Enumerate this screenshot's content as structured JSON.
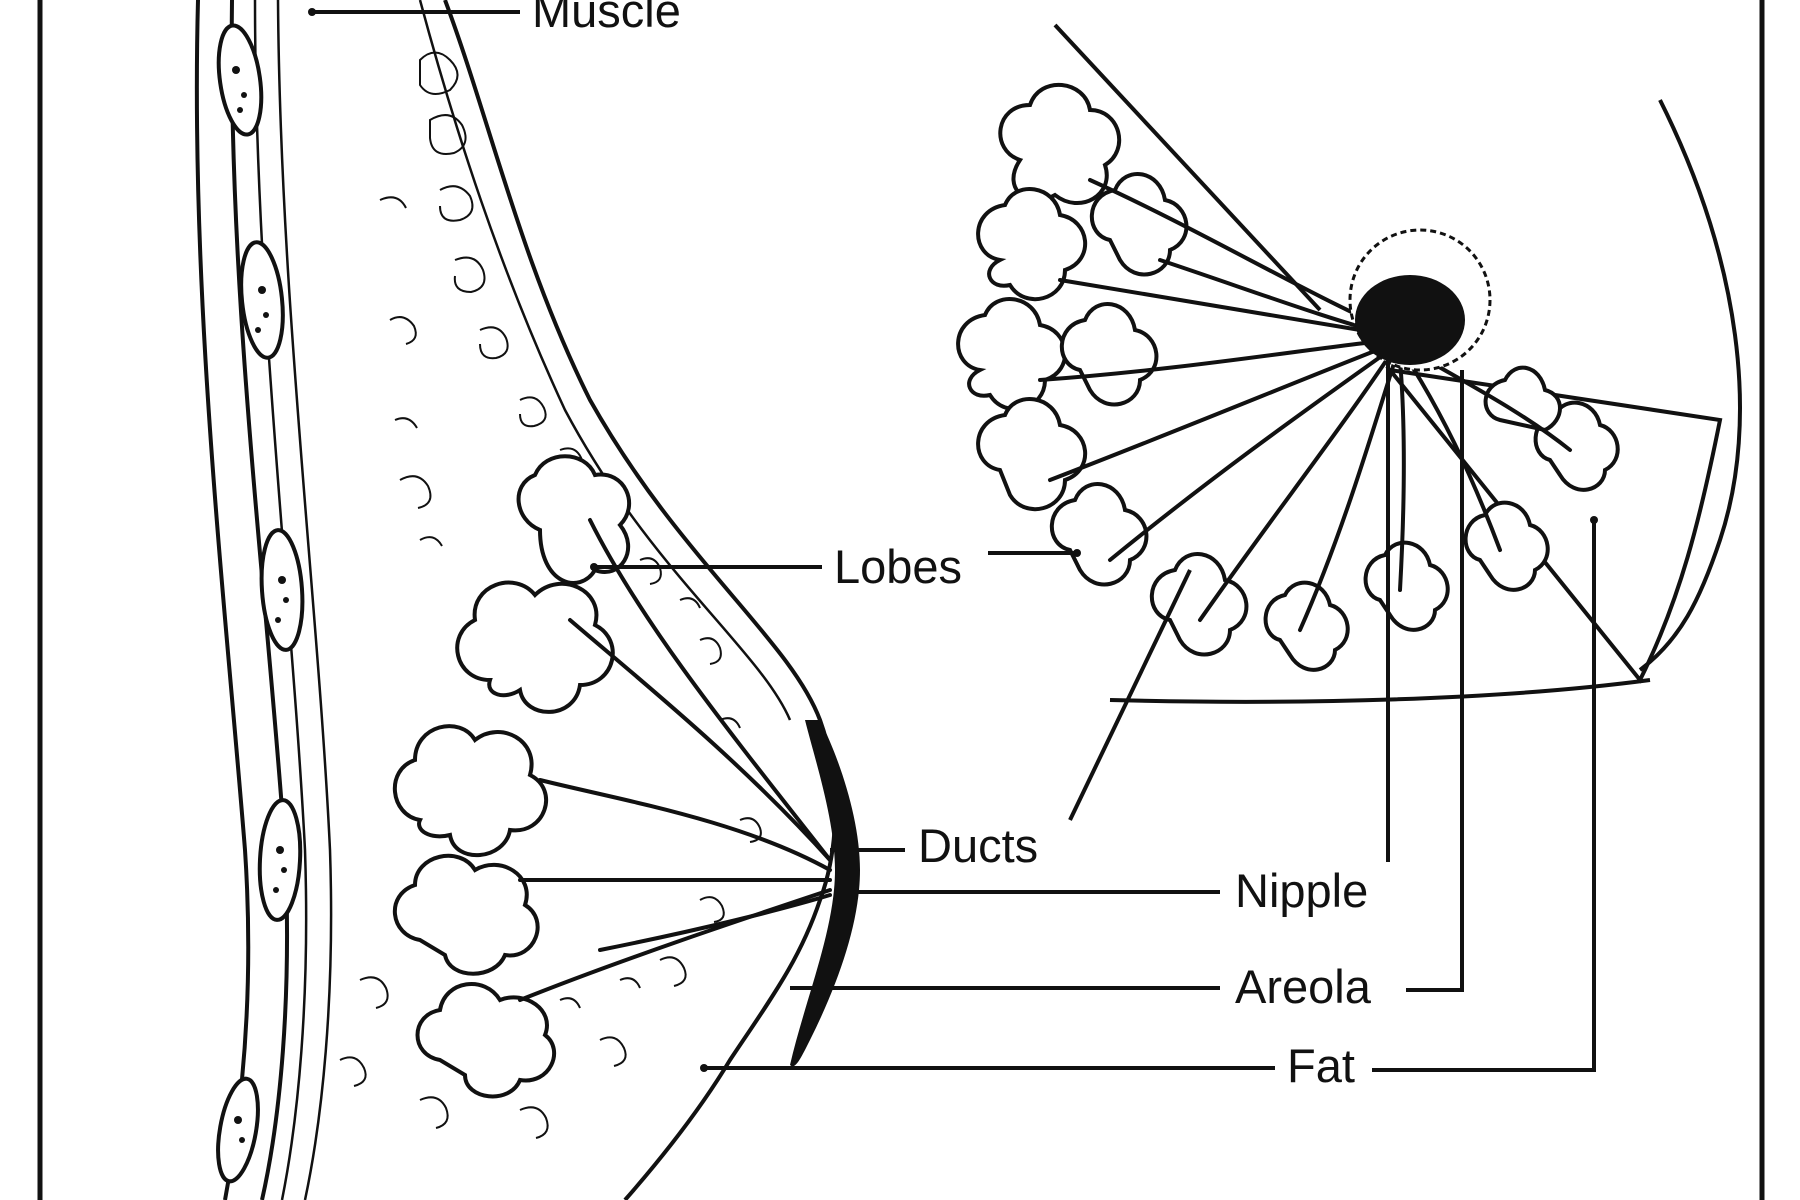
{
  "labels": {
    "muscle": "Muscle",
    "lobes": "Lobes",
    "ducts": "Ducts",
    "nipple": "Nipple",
    "areola": "Areola",
    "fat": "Fat"
  },
  "colors": {
    "ink": "#111111",
    "background": "#ffffff"
  }
}
